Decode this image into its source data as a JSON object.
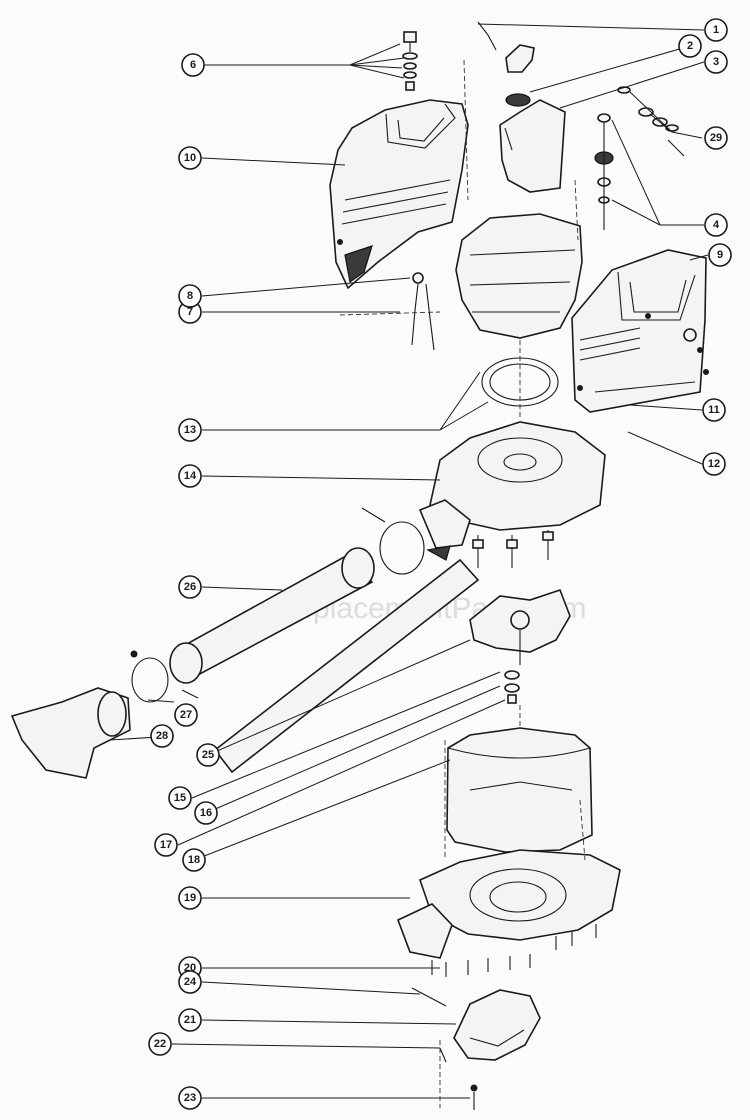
{
  "diagram": {
    "watermark": "eReplacementParts.com",
    "callouts": [
      "1",
      "2",
      "3",
      "4",
      "6",
      "7",
      "8",
      "9",
      "10",
      "11",
      "12",
      "13",
      "14",
      "15",
      "16",
      "17",
      "18",
      "19",
      "20",
      "21",
      "22",
      "23",
      "24",
      "25",
      "26",
      "27",
      "28",
      "29"
    ]
  },
  "colors": {
    "ink": "#1a1a1a",
    "paper": "#fbfbf9",
    "watermark": "#dcdcdc"
  }
}
